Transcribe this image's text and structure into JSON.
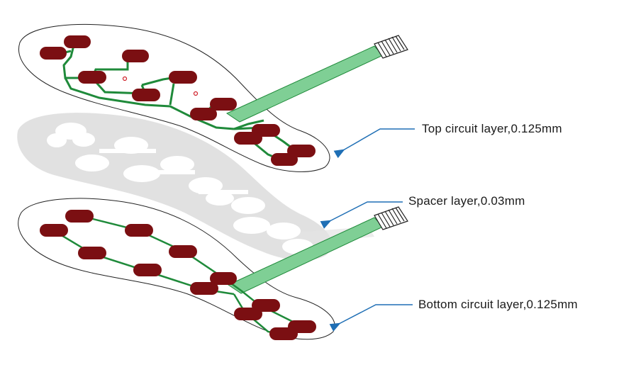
{
  "labels": {
    "top_layer": "Top circuit layer,0.125mm",
    "spacer_layer": "Spacer layer,0.03mm",
    "bottom_layer": "Bottom circuit layer,0.125mm"
  },
  "colors": {
    "sensor_pad": "#7b0f12",
    "trace": "#1f8a3a",
    "flex_tail": "#7fcf95",
    "spacer": "#dcdcdc",
    "arrow": "#1f6fb5",
    "outline": "#222222"
  }
}
